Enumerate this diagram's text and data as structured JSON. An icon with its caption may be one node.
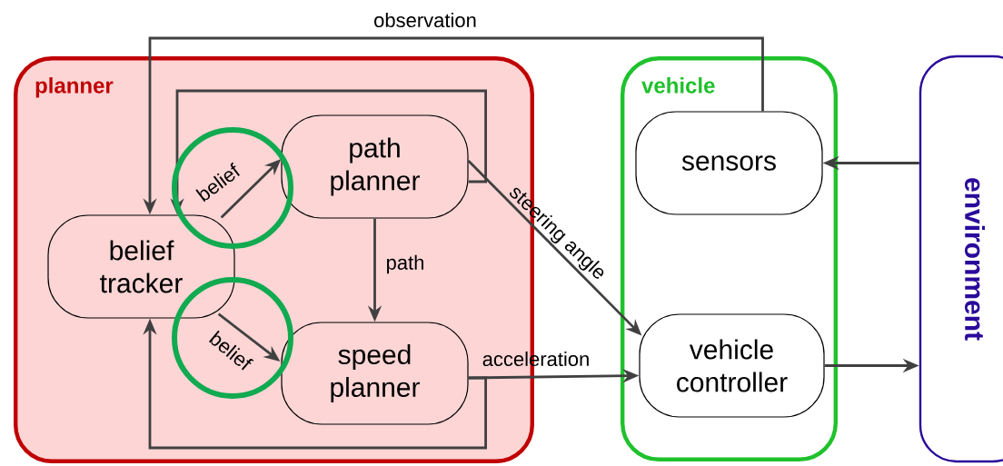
{
  "diagram": {
    "nodes": [
      {
        "text": [
          "planner"
        ]
      },
      {
        "text": [
          "belief tracker"
        ],
        "in": 0
      },
      {
        "text": [
          "path planner"
        ],
        "in": 0
      },
      {
        "text": [
          "speed planner"
        ],
        "in": 0
      },
      {
        "text": [
          "vehicle"
        ]
      },
      {
        "text": [
          "sensors"
        ],
        "in": 4
      },
      {
        "text": [
          "vehicle controller"
        ],
        "in": 4
      },
      {
        "text": [
          "environment"
        ]
      }
    ],
    "edges": [
      {
        "from": 5,
        "to": 1,
        "arrow": "to",
        "label": "observation"
      },
      {
        "from": 1,
        "to": 2,
        "arrow": "to",
        "label": "belief"
      },
      {
        "from": 1,
        "to": 3,
        "arrow": "to",
        "label": "belief"
      },
      {
        "from": 2,
        "to": 3,
        "arrow": "to",
        "label": "path"
      },
      {
        "from": 2,
        "to": 6,
        "arrow": "to",
        "label": "steering angle"
      },
      {
        "from": 3,
        "to": 6,
        "arrow": "to",
        "label": "acceleration"
      },
      {
        "from": 2,
        "to": 1,
        "arrow": "to"
      },
      {
        "from": 3,
        "to": 1,
        "arrow": "to"
      },
      {
        "from": 7,
        "to": 5,
        "arrow": "to"
      },
      {
        "from": 6,
        "to": 7,
        "arrow": "to"
      }
    ]
  }
}
